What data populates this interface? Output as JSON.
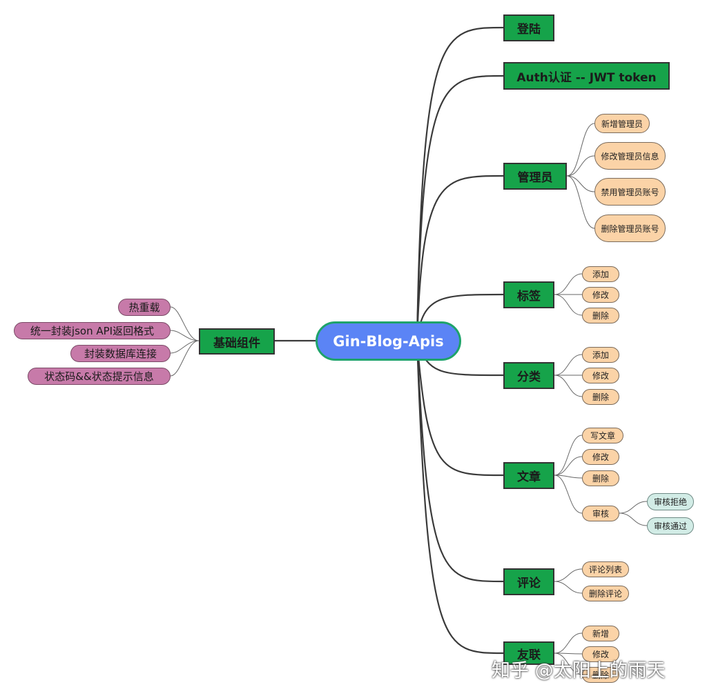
{
  "root": {
    "label": "Gin-Blog-Apis"
  },
  "left": {
    "label": "基础组件",
    "children": [
      "热重载",
      "统一封装json API返回格式",
      "封装数据库连接",
      "状态码&&状态提示信息"
    ]
  },
  "right": [
    {
      "label": "登陆",
      "children": []
    },
    {
      "label": "Auth认证 -- JWT token",
      "children": []
    },
    {
      "label": "管理员",
      "children": [
        "新增管理员",
        "修改管理员信息",
        "禁用管理员账号",
        "删除管理员账号"
      ]
    },
    {
      "label": "标签",
      "children": [
        "添加",
        "修改",
        "删除"
      ]
    },
    {
      "label": "分类",
      "children": [
        "添加",
        "修改",
        "删除"
      ]
    },
    {
      "label": "文章",
      "children": [
        "写文章",
        "修改",
        "删除",
        "审核"
      ]
    },
    {
      "label": "评论",
      "children": [
        "评论列表",
        "删除评论"
      ]
    },
    {
      "label": "友联",
      "children": [
        "新增",
        "修改",
        "删除"
      ]
    }
  ],
  "review": {
    "children": [
      "审核拒绝",
      "审核通过"
    ]
  },
  "watermark": "知乎 @太阳上的雨天",
  "colors": {
    "root_fill": "#5b84f5",
    "root_border": "#1ea36a",
    "main_fill": "#16a34a",
    "leaf_fill": "#fbd3a7",
    "left_leaf_fill": "#c77aa9",
    "review_leaf_fill": "#d2ece6"
  }
}
